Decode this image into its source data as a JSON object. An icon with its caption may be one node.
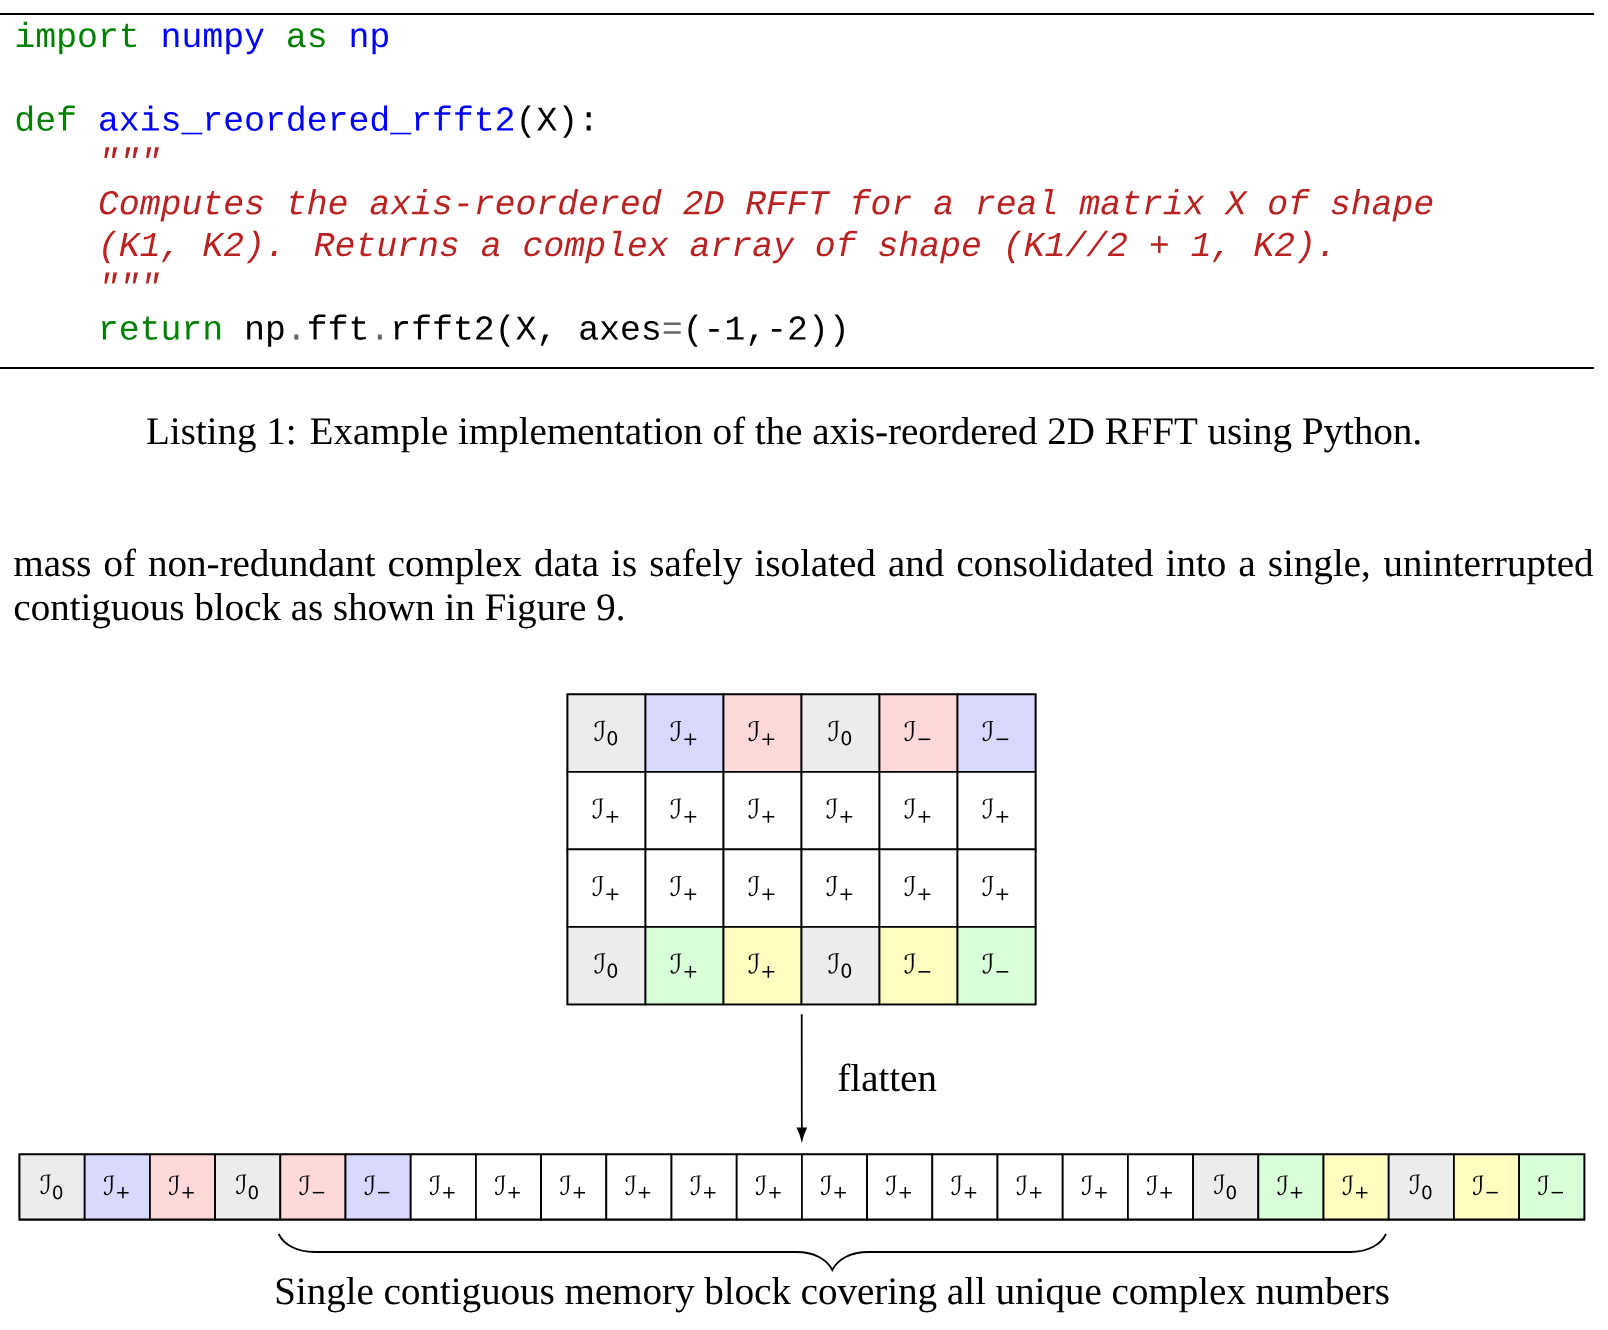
{
  "diagram": {
    "caption": "Listing 1: Example implementation of the axis-reordered 2D RFFT using Python.",
    "nodes": [
      {
        "text": [],
        "shape": "box"
      },
      {
        "text": [
          "ℐ$_{0}$"
        ],
        "in": 0
      },
      {
        "text": [
          "ℐ$_{+}$"
        ],
        "in": 0
      },
      {
        "text": [
          "ℐ$_{+}$"
        ],
        "in": 0
      },
      {
        "text": [
          "ℐ$_{0}$"
        ],
        "in": 0
      },
      {
        "text": [
          "ℐ$_{−}$"
        ],
        "in": 0
      },
      {
        "text": [
          "ℐ$_{−}$"
        ],
        "in": 0
      },
      {
        "text": [
          "ℐ$_{+}$"
        ],
        "in": 0
      },
      {
        "text": [
          "ℐ$_{+}$"
        ],
        "in": 0
      },
      {
        "text": [
          "ℐ$_{+}$"
        ],
        "in": 0
      },
      {
        "text": [
          "ℐ$_{+}$"
        ],
        "in": 0
      },
      {
        "text": [
          "ℐ$_{+}$"
        ],
        "in": 0
      },
      {
        "text": [
          "ℐ$_{+}$"
        ],
        "in": 0
      },
      {
        "text": [
          "ℐ$_{+}$"
        ],
        "in": 0
      },
      {
        "text": [
          "ℐ$_{+}$"
        ],
        "in": 0
      },
      {
        "text": [
          "ℐ$_{+}$"
        ],
        "in": 0
      },
      {
        "text": [
          "ℐ$_{+}$"
        ],
        "in": 0
      },
      {
        "text": [
          "ℐ$_{+}$"
        ],
        "in": 0
      },
      {
        "text": [
          "ℐ$_{+}$"
        ],
        "in": 0
      },
      {
        "text": [
          "ℐ$_{0}$"
        ],
        "in": 0
      },
      {
        "text": [
          "ℐ$_{+}$"
        ],
        "in": 0
      },
      {
        "text": [
          "ℐ$_{+}$"
        ],
        "in": 0
      },
      {
        "text": [
          "ℐ$_{0}$"
        ],
        "in": 0
      },
      {
        "text": [
          "ℐ$_{−}$"
        ],
        "in": 0
      },
      {
        "text": [
          "ℐ$_{−}$"
        ],
        "in": 0
      },
      {
        "text": [],
        "shape": "box"
      },
      {
        "text": [
          "ℐ$_{0}$"
        ],
        "in": 25
      },
      {
        "text": [
          "ℐ$_{+}$"
        ],
        "in": 25
      },
      {
        "text": [
          "ℐ$_{+}$"
        ],
        "in": 25
      },
      {
        "text": [
          "ℐ$_{0}$"
        ],
        "in": 25
      },
      {
        "text": [
          "ℐ$_{−}$"
        ],
        "in": 25
      },
      {
        "text": [
          "ℐ$_{−}$"
        ],
        "in": 25
      },
      {
        "text": [
          "ℐ$_{+}$"
        ],
        "in": 25
      },
      {
        "text": [
          "ℐ$_{+}$"
        ],
        "in": 25
      },
      {
        "text": [
          "ℐ$_{+}$"
        ],
        "in": 25
      },
      {
        "text": [
          "ℐ$_{+}$"
        ],
        "in": 25
      },
      {
        "text": [
          "ℐ$_{+}$"
        ],
        "in": 25
      },
      {
        "text": [
          "ℐ$_{+}$"
        ],
        "in": 25
      },
      {
        "text": [
          "ℐ$_{+}$"
        ],
        "in": 25
      },
      {
        "text": [
          "ℐ$_{+}$"
        ],
        "in": 25
      },
      {
        "text": [
          "ℐ$_{+}$"
        ],
        "in": 25
      },
      {
        "text": [
          "ℐ$_{+}$"
        ],
        "in": 25
      },
      {
        "text": [
          "ℐ$_{+}$"
        ],
        "in": 25
      },
      {
        "text": [
          "ℐ$_{+}$"
        ],
        "in": 25
      },
      {
        "text": [
          "ℐ$_{0}$"
        ],
        "in": 25
      },
      {
        "text": [
          "ℐ$_{+}$"
        ],
        "in": 25
      },
      {
        "text": [
          "ℐ$_{+}$"
        ],
        "in": 25
      },
      {
        "text": [
          "ℐ$_{0}$"
        ],
        "in": 25
      },
      {
        "text": [
          "ℐ$_{−}$"
        ],
        "in": 25
      },
      {
        "text": [
          "ℐ$_{−}$"
        ],
        "in": 25
      }
    ],
    "edges": [
      {
        "from": 0,
        "to": 25,
        "arrow": "to",
        "label": "flatten"
      }
    ],
    "labels": [
      "import numpy as np",
      "def axis_reordered_rfft2(X):",
      "\"\"\"",
      "Computes the axis-reordered 2D RFFT for a real matrix X of shape",
      "(K1, K2). Returns a complex array of shape (K1//2 + 1, K2).",
      "\"\"\"",
      "return np.fft.rfft2(X, axes=(-1,-2))",
      "mass of non-redundant complex data is safely isolated and consolidated into a single, uninterrupted contiguous block as shown in Figure 9.",
      "Single contiguous memory block covering all unique complex numbers"
    ]
  }
}
